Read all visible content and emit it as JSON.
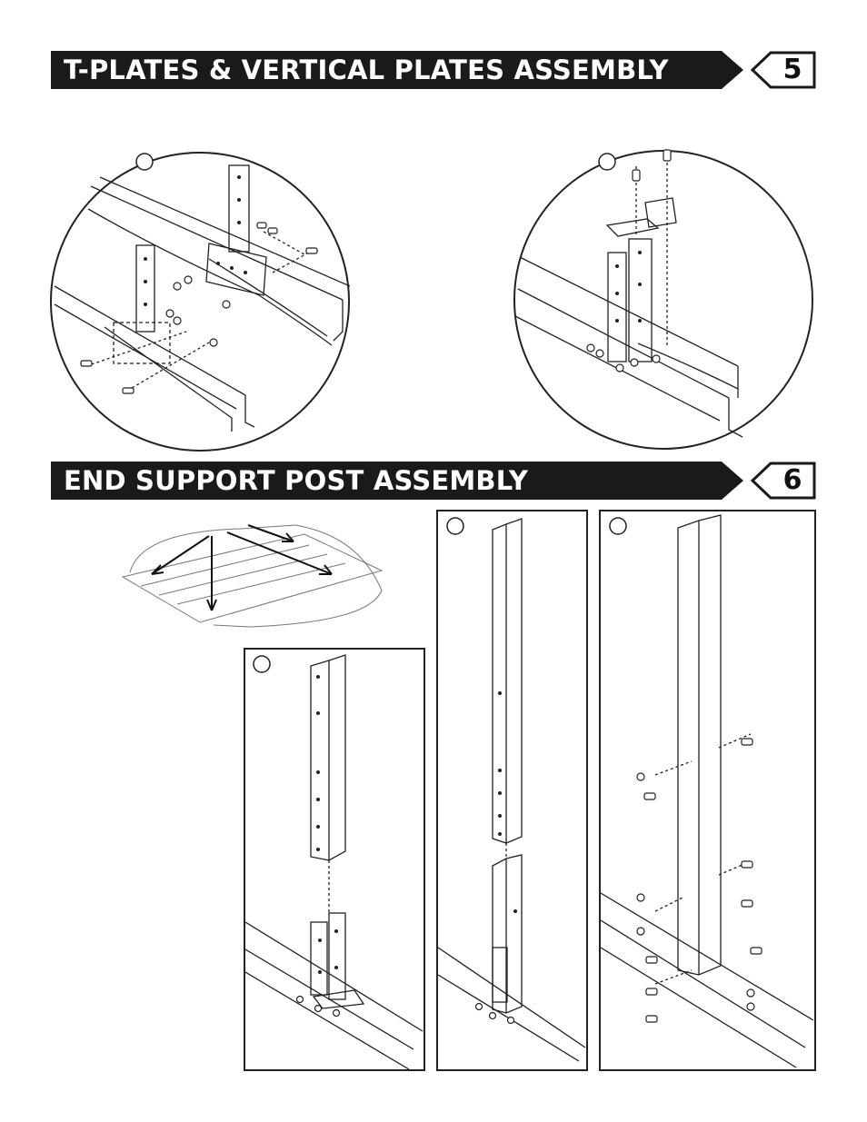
{
  "step5": {
    "title": "T-PLATES & VERTICAL PLATES ASSEMBLY",
    "number": "5"
  },
  "step6": {
    "title": "END SUPPORT POST ASSEMBLY",
    "number": "6"
  },
  "colors": {
    "banner_fill": "#1a1a1a",
    "banner_text": "#ffffff",
    "line": "#222222"
  }
}
